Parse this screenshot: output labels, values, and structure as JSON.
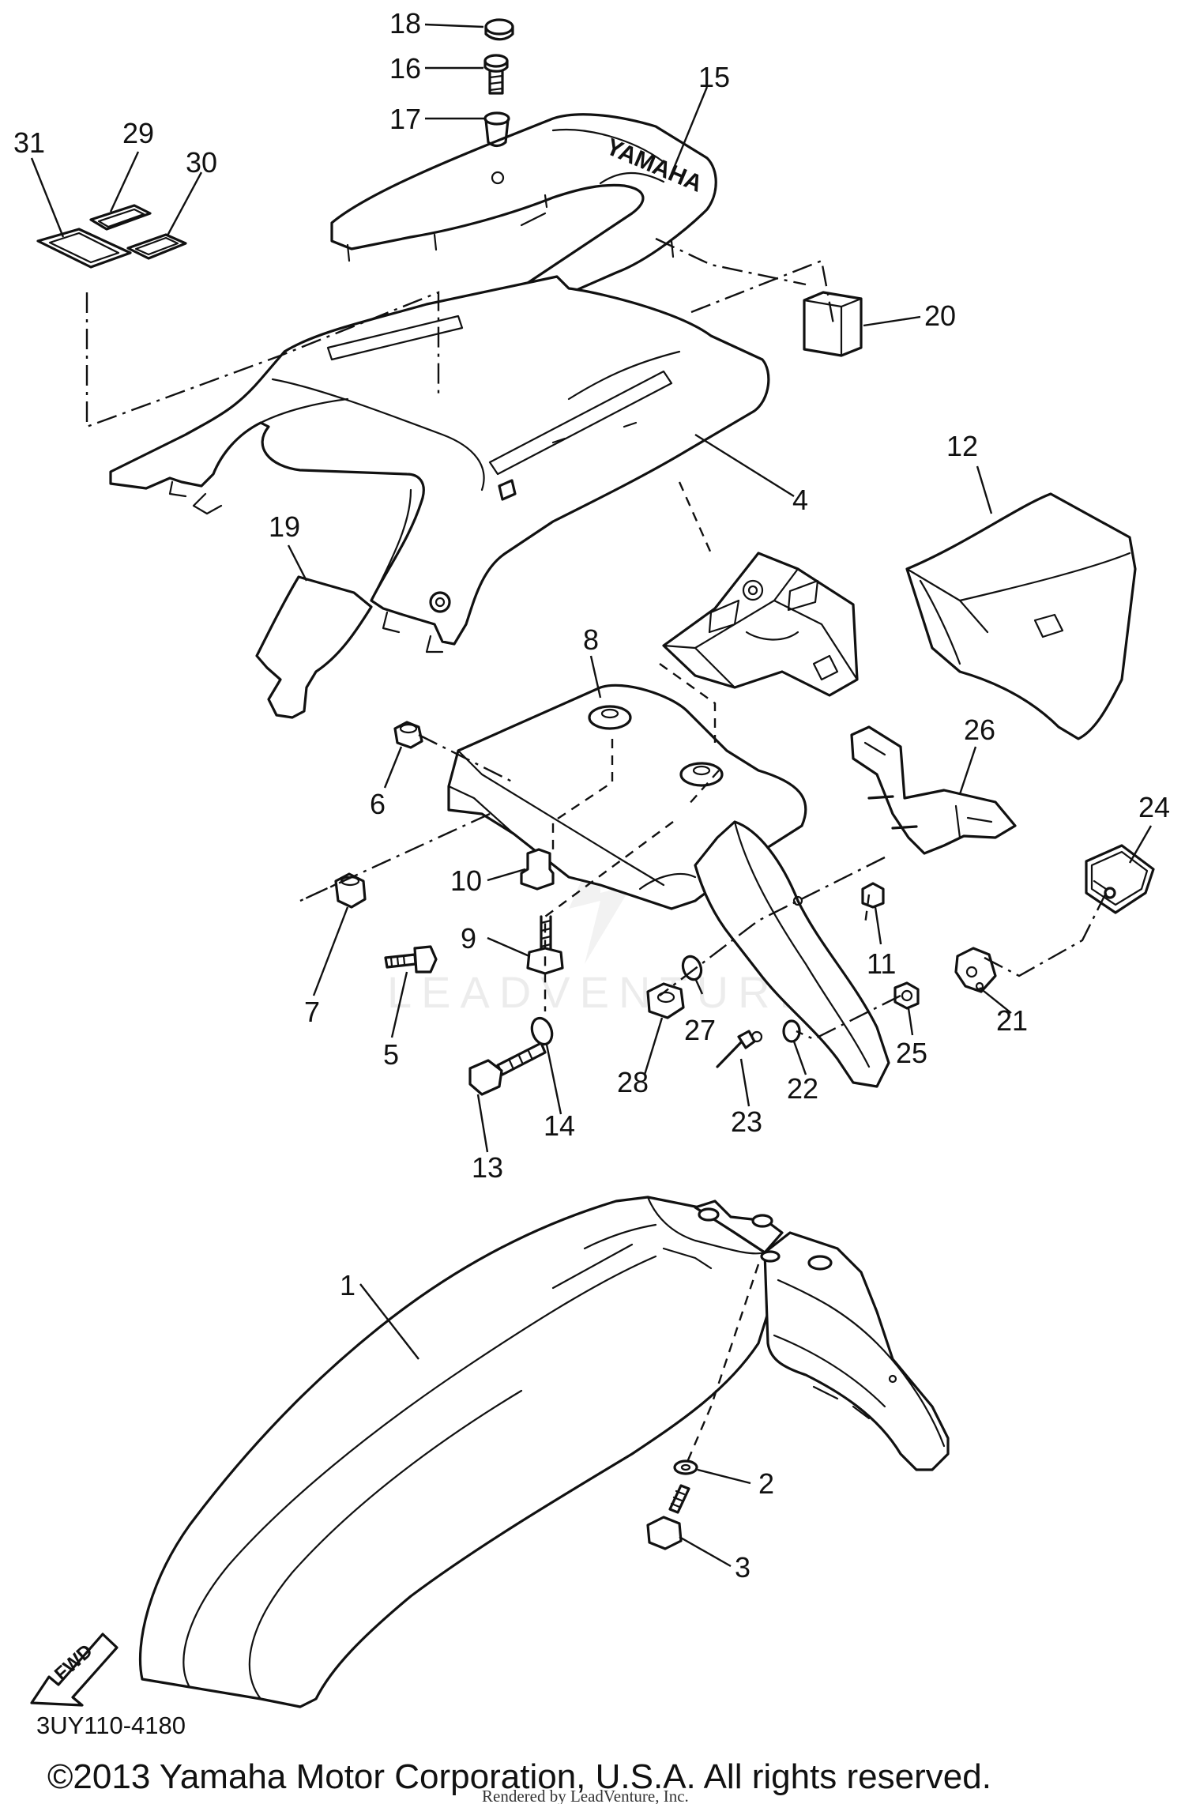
{
  "diagram": {
    "part_numbers": [
      "1",
      "2",
      "3",
      "4",
      "5",
      "6",
      "7",
      "8",
      "9",
      "10",
      "11",
      "12",
      "13",
      "14",
      "15",
      "16",
      "17",
      "18",
      "19",
      "20",
      "21",
      "22",
      "23",
      "24",
      "25",
      "26",
      "27",
      "28",
      "29",
      "30",
      "31"
    ],
    "direction_arrow": "FWD",
    "rack_lettering": "YAMAHA",
    "diagram_code": "3UY110-4180",
    "copyright": "©2013 Yamaha Motor Corporation, U.S.A. All rights reserved.",
    "watermark": "LEADVENTURE",
    "rendered_by": "Rendered by LeadVenture, Inc."
  }
}
